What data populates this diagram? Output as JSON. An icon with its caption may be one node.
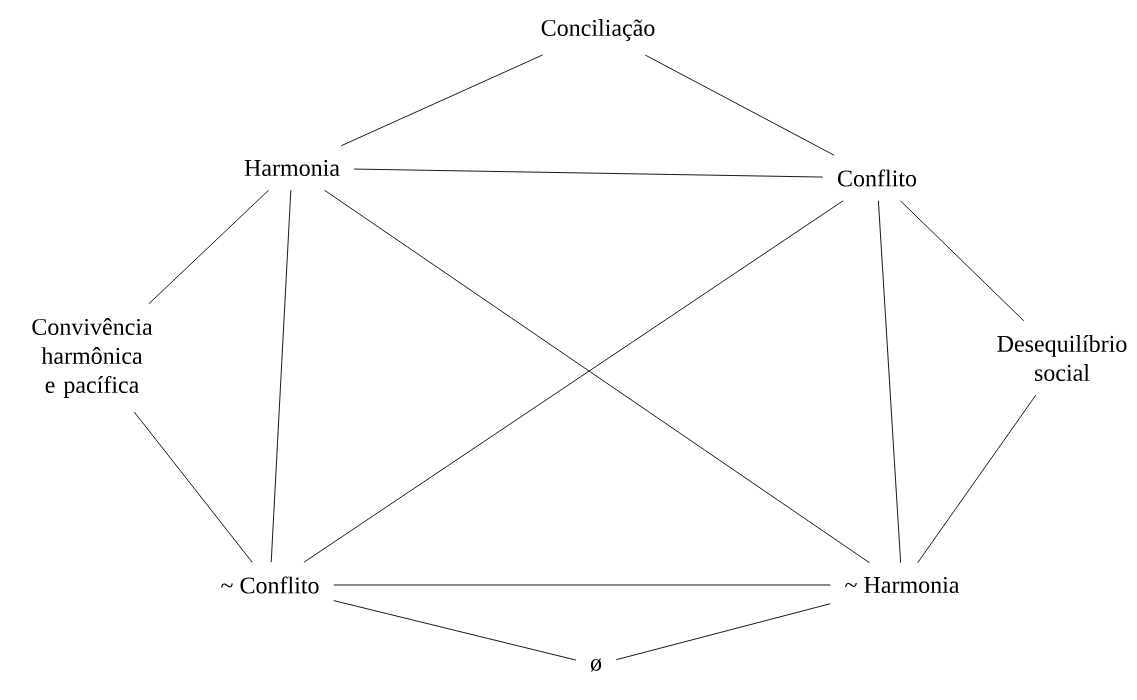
{
  "diagram": {
    "nodes": [
      {
        "text": [
          "Conciliação"
        ]
      },
      {
        "text": [
          "Harmonia"
        ]
      },
      {
        "text": [
          "Conflito"
        ]
      },
      {
        "text": [
          "Convivência harmônica e pacífica"
        ]
      },
      {
        "text": [
          "Desequilíbrio social"
        ]
      },
      {
        "text": [
          "~ Conflito"
        ]
      },
      {
        "text": [
          "~ Harmonia"
        ]
      },
      {
        "text": [
          "ø"
        ]
      }
    ],
    "edges": [
      {
        "from": 0,
        "to": 1,
        "arrow": "none"
      },
      {
        "from": 0,
        "to": 2,
        "arrow": "none"
      },
      {
        "from": 1,
        "to": 2,
        "arrow": "none"
      },
      {
        "from": 1,
        "to": 3,
        "arrow": "none"
      },
      {
        "from": 2,
        "to": 4,
        "arrow": "none"
      },
      {
        "from": 1,
        "to": 5,
        "arrow": "none"
      },
      {
        "from": 1,
        "to": 6,
        "arrow": "none"
      },
      {
        "from": 2,
        "to": 5,
        "arrow": "none"
      },
      {
        "from": 2,
        "to": 6,
        "arrow": "none"
      },
      {
        "from": 3,
        "to": 5,
        "arrow": "none"
      },
      {
        "from": 4,
        "to": 6,
        "arrow": "none"
      },
      {
        "from": 5,
        "to": 6,
        "arrow": "none"
      },
      {
        "from": 5,
        "to": 7,
        "arrow": "none"
      },
      {
        "from": 6,
        "to": 7,
        "arrow": "none"
      }
    ]
  }
}
